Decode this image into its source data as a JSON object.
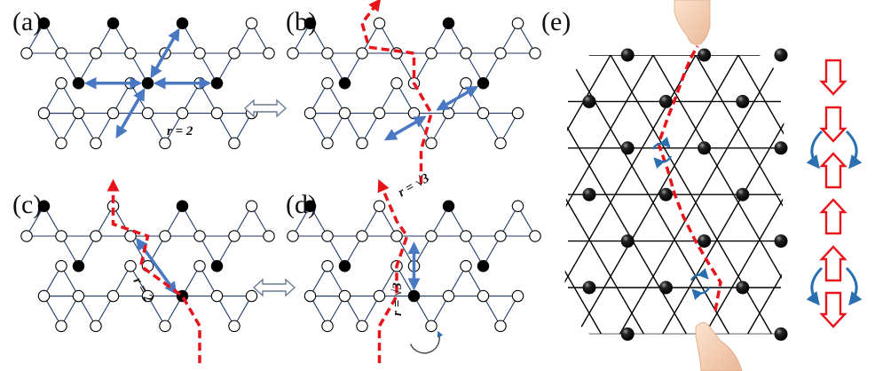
{
  "panels": {
    "a": {
      "label": "(a)",
      "r_text": "r = 2"
    },
    "b": {
      "label": "(b)",
      "r_text": "r = √3"
    },
    "c": {
      "label": "(c)",
      "r_text": "r = 2"
    },
    "d": {
      "label": "(d)",
      "r_text": "r = √3"
    },
    "e": {
      "label": "(e)"
    }
  },
  "colors": {
    "lattice_line": "#1f3a6b",
    "filled_site": "#000000",
    "open_site": "#ffffff",
    "blue_arrow": "#4a78c2",
    "red_path": "#e8141b",
    "grid_line": "#000000",
    "rotation_arrow": "#2a6fb0",
    "hand": "#f6d1b3"
  },
  "icons": [
    "double-arrow-icon",
    "rotation-icon",
    "hand-icon",
    "hollow-arrow-icon"
  ]
}
